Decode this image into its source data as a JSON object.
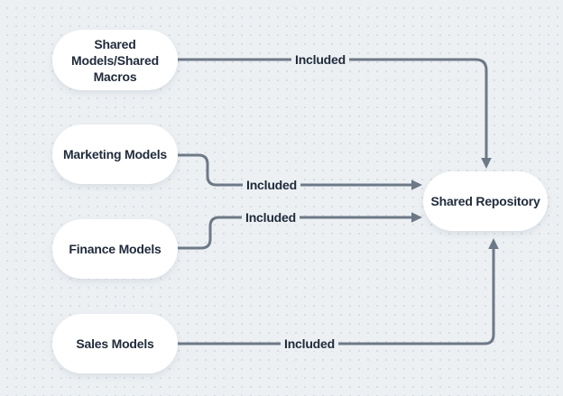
{
  "diagram": {
    "nodes": [
      {
        "id": "shared-models",
        "label": "Shared Models/Shared Macros"
      },
      {
        "id": "marketing-models",
        "label": "Marketing Models"
      },
      {
        "id": "finance-models",
        "label": "Finance Models"
      },
      {
        "id": "sales-models",
        "label": "Sales Models"
      },
      {
        "id": "shared-repository",
        "label": "Shared Repository"
      }
    ],
    "edges": [
      {
        "from": "shared-models",
        "to": "shared-repository",
        "label": "Included"
      },
      {
        "from": "marketing-models",
        "to": "shared-repository",
        "label": "Included"
      },
      {
        "from": "finance-models",
        "to": "shared-repository",
        "label": "Included"
      },
      {
        "from": "sales-models",
        "to": "shared-repository",
        "label": "Included"
      }
    ],
    "colors": {
      "background": "#ecf0f3",
      "dot_grid": "#d7dde3",
      "node_fill": "#ffffff",
      "text": "#1f2a3a",
      "connector": "#6e7987"
    }
  }
}
